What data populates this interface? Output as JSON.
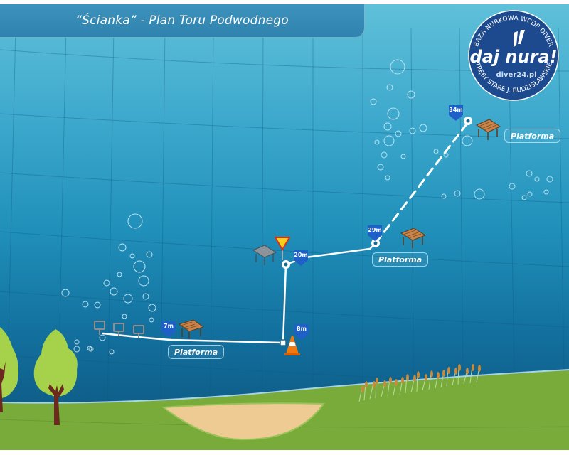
{
  "header": {
    "title": "“Ścianka” - Plan Toru Podwodnego"
  },
  "logo": {
    "ring_top": "BAZA NURKOWA WCDP DIVER",
    "ring_bottom": "TRĘBY STARE J. BUDZISŁAWSKIE",
    "main": "daj nura!",
    "sub": "diver24.pl"
  },
  "route": {
    "waypoints": [
      {
        "id": "start",
        "depth": "7m",
        "label": "Platforma"
      },
      {
        "id": "corner",
        "depth": "8m",
        "marker": "traffic-cone"
      },
      {
        "id": "mid",
        "depth": "20m",
        "marker": "yield-sign"
      },
      {
        "id": "platform-29",
        "depth": "29m",
        "label": "Platforma"
      },
      {
        "id": "platform-34",
        "depth": "34m",
        "label": "Platforma"
      }
    ]
  },
  "colors": {
    "badge": "#1e5fc8",
    "route_line": "#ffffff",
    "grass": "#7aab3a",
    "sand": "#ecca90",
    "tree_leaf": "#a5d24a",
    "tree_trunk": "#6b2a1e",
    "cone": "#f07a10",
    "sign": "#f7d21a"
  }
}
